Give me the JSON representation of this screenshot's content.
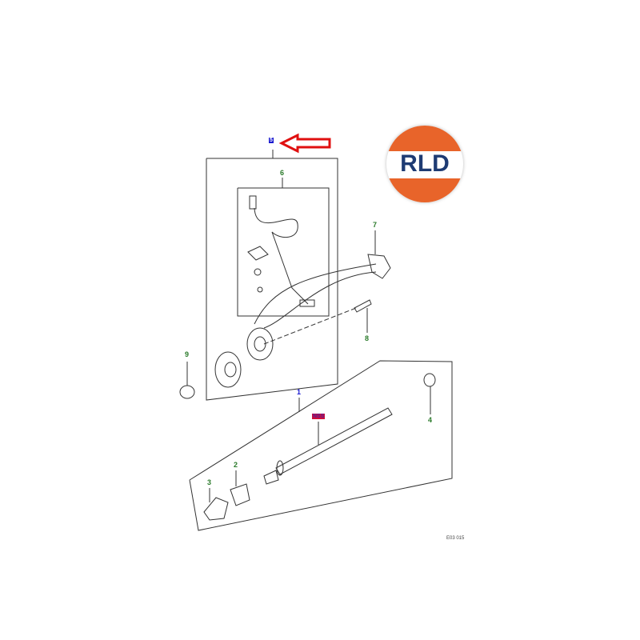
{
  "diagram": {
    "callouts": {
      "c1": "1",
      "c2": "2",
      "c3": "3",
      "c4": "4",
      "c5": "5",
      "c6": "6",
      "c7": "7",
      "c8": "8",
      "c9": "9"
    },
    "nss_tag": "NSS",
    "reference": "E03 015",
    "colors": {
      "callout": "#2a7a2a",
      "tag_blue": "#1a1ad0",
      "tag_red": "#d0103a",
      "arrow": "#e01010"
    }
  },
  "logo": {
    "text": "RLD"
  }
}
